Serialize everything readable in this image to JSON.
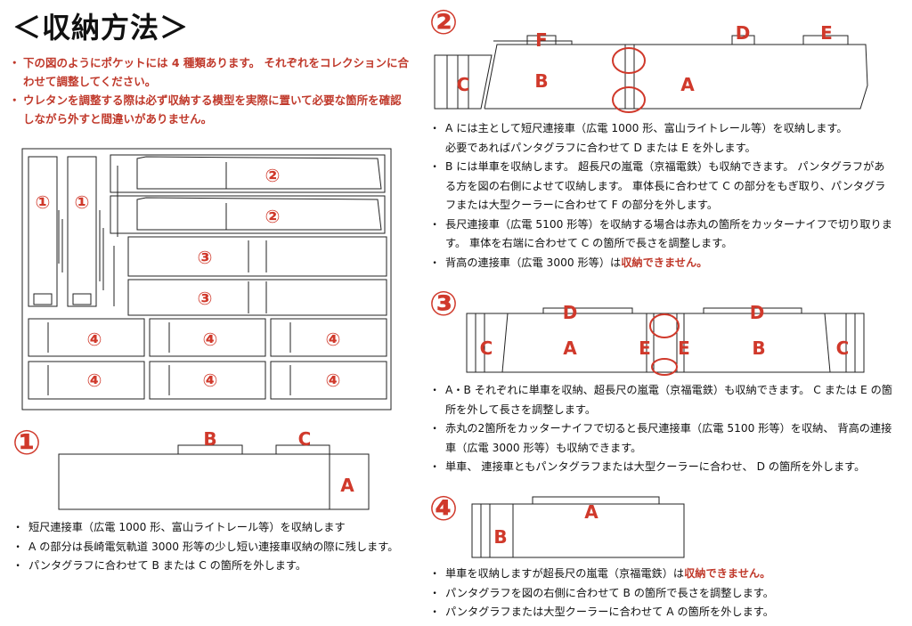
{
  "page": {
    "title": "＜収納方法＞",
    "intro": [
      "下の図のようにポケットには 4 種類あります。 それぞれをコレクションに合わせて調整してください。",
      "ウレタンを調整する際は必ず収納する模型を実際に置いて必要な箇所を確認しながら外すと間違いがありません。"
    ]
  },
  "overview": {
    "labels": [
      "①",
      "①",
      "②",
      "②",
      "③",
      "③",
      "④",
      "④",
      "④",
      "④",
      "④",
      "④"
    ]
  },
  "section1": {
    "number": "①",
    "part_labels": [
      "B",
      "C",
      "A"
    ],
    "bullets": [
      "短尺連接車（広電 1000 形、富山ライトレール等）を収納します",
      "A の部分は長崎電気軌道 3000 形等の少し短い連接車収納の際に残します。",
      "パンタグラフに合わせて B または C の箇所を外します。"
    ]
  },
  "section2": {
    "number": "②",
    "part_labels": [
      "F",
      "D",
      "E",
      "C",
      "B",
      "A"
    ],
    "bullets": [
      "A には主として短尺連接車（広電 1000 形、富山ライトレール等）を収納します。",
      "必要であればパンタグラフに合わせて D または E を外します。",
      "B には単車を収納します。 超長尺の嵐電（京福電鉄）も収納できます。 パンタグラフがある方を図の右側によせて収納します。 車体長に合わせて C の部分をもぎ取り、パンタグラフまたは大型クーラーに合わせて F の部分を外します。",
      "長尺連接車（広電 5100 形等）を収納する場合は赤丸の箇所をカッターナイフで切り取ります。 車体を右端に合わせて C の箇所で長さを調整します。",
      "背高の連接車（広電 3000 形等）は",
      "収納できません。"
    ]
  },
  "section3": {
    "number": "③",
    "part_labels": [
      "D",
      "D",
      "C",
      "A",
      "E",
      "E",
      "B",
      "C"
    ],
    "bullets": [
      "A・B それぞれに単車を収納、超長尺の嵐電（京福電鉄）も収納できます。 C または E の箇所を外して長さを調整します。",
      "赤丸の2箇所をカッターナイフで切ると長尺連接車（広電 5100 形等）を収納、 背高の連接車（広電 3000 形等）も収納できます。",
      "単車、 連接車ともパンタグラフまたは大型クーラーに合わせ、 D の箇所を外します。"
    ]
  },
  "section4": {
    "number": "④",
    "part_labels": [
      "A",
      "B"
    ],
    "bullets": [
      "単車を収納しますが超長尺の嵐電（京福電鉄）は",
      "収納できません。",
      "パンタグラフを図の右側に合わせて B の箇所で長さを調整します。",
      "パンタグラフまたは大型クーラーに合わせて A の箇所を外します。"
    ]
  },
  "colors": {
    "accent": "#d0392b",
    "line": "#222222"
  }
}
